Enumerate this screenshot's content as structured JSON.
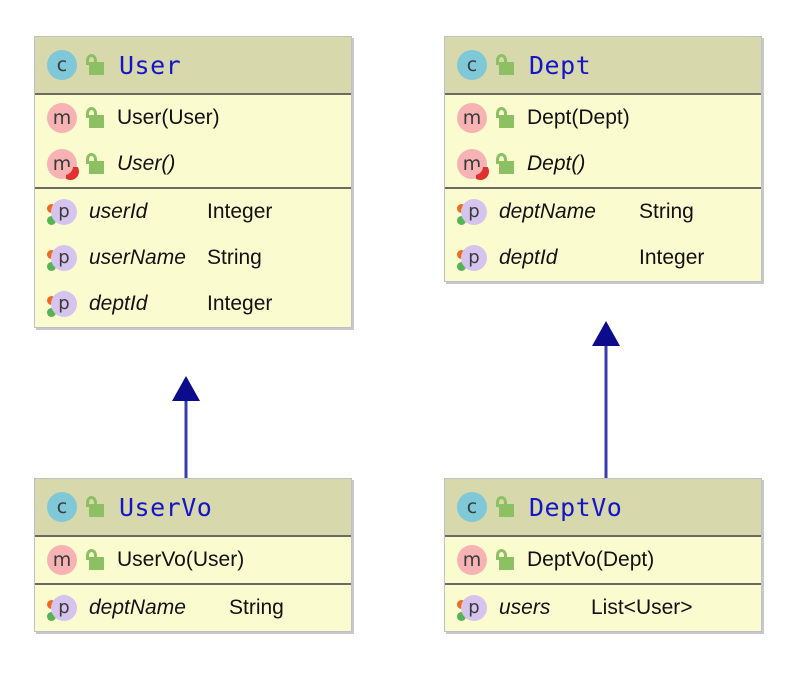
{
  "diagram": {
    "kind": "uml-class-diagram",
    "background": "#ffffff",
    "colors": {
      "header_band": "#d8d8ad",
      "body_fill": "#fbfbd0",
      "border": "#bfbfc6",
      "section_divider": "#6b6b63",
      "class_title": "#1515c8",
      "class_badge": "#7fc8d8",
      "method_badge": "#f7b3b3",
      "property_badge": "#d6c4ee",
      "lock_icon": "#8cc063",
      "arrow": "#0b0b8c",
      "dot_orange": "#ef6c1f",
      "dot_green": "#56b356",
      "override_marker": "#e03030"
    }
  },
  "classes": [
    {
      "id": "user",
      "name": "User",
      "icon": "class-icon",
      "visibility_icon": "unlocked-padlock-icon",
      "sections": [
        {
          "kind": "methods",
          "rows": [
            {
              "icon": "method-icon",
              "lock": "unlocked-padlock-icon",
              "name": "User(User)",
              "type": "",
              "italic": false,
              "override": false
            },
            {
              "icon": "method-icon",
              "lock": "unlocked-padlock-icon",
              "name": "User()",
              "type": "",
              "italic": true,
              "override": true
            }
          ]
        },
        {
          "kind": "properties",
          "rows": [
            {
              "icon": "property-icon",
              "name": "userId",
              "type": "Integer",
              "italic": true
            },
            {
              "icon": "property-icon",
              "name": "userName",
              "type": "String",
              "italic": true
            },
            {
              "icon": "property-icon",
              "name": "deptId",
              "type": "Integer",
              "italic": true
            }
          ]
        }
      ]
    },
    {
      "id": "dept",
      "name": "Dept",
      "icon": "class-icon",
      "visibility_icon": "unlocked-padlock-icon",
      "sections": [
        {
          "kind": "methods",
          "rows": [
            {
              "icon": "method-icon",
              "lock": "unlocked-padlock-icon",
              "name": "Dept(Dept)",
              "type": "",
              "italic": false,
              "override": false
            },
            {
              "icon": "method-icon",
              "lock": "unlocked-padlock-icon",
              "name": "Dept()",
              "type": "",
              "italic": true,
              "override": true
            }
          ]
        },
        {
          "kind": "properties",
          "rows": [
            {
              "icon": "property-icon",
              "name": "deptName",
              "type": "String",
              "italic": true
            },
            {
              "icon": "property-icon",
              "name": "deptId",
              "type": "Integer",
              "italic": true
            }
          ]
        }
      ]
    },
    {
      "id": "uservo",
      "name": "UserVo",
      "icon": "class-icon",
      "visibility_icon": "unlocked-padlock-icon",
      "sections": [
        {
          "kind": "methods",
          "rows": [
            {
              "icon": "method-icon",
              "lock": "unlocked-padlock-icon",
              "name": "UserVo(User)",
              "type": "",
              "italic": false,
              "override": false
            }
          ]
        },
        {
          "kind": "properties",
          "rows": [
            {
              "icon": "property-icon",
              "name": "deptName",
              "type": "String",
              "italic": true
            }
          ]
        }
      ]
    },
    {
      "id": "deptvo",
      "name": "DeptVo",
      "icon": "class-icon",
      "visibility_icon": "unlocked-padlock-icon",
      "sections": [
        {
          "kind": "methods",
          "rows": [
            {
              "icon": "method-icon",
              "lock": "unlocked-padlock-icon",
              "name": "DeptVo(Dept)",
              "type": "",
              "italic": false,
              "override": false
            }
          ]
        },
        {
          "kind": "properties",
          "rows": [
            {
              "icon": "property-icon",
              "name": "users",
              "type": "List<User>",
              "italic": true
            }
          ]
        }
      ]
    }
  ],
  "relations": [
    {
      "id": "uservo-to-user",
      "type": "generalization",
      "from": "uservo",
      "to": "user",
      "arrowhead": "hollow-triangle-filled"
    },
    {
      "id": "deptvo-to-dept",
      "type": "generalization",
      "from": "deptvo",
      "to": "dept",
      "arrowhead": "hollow-triangle-filled"
    }
  ]
}
